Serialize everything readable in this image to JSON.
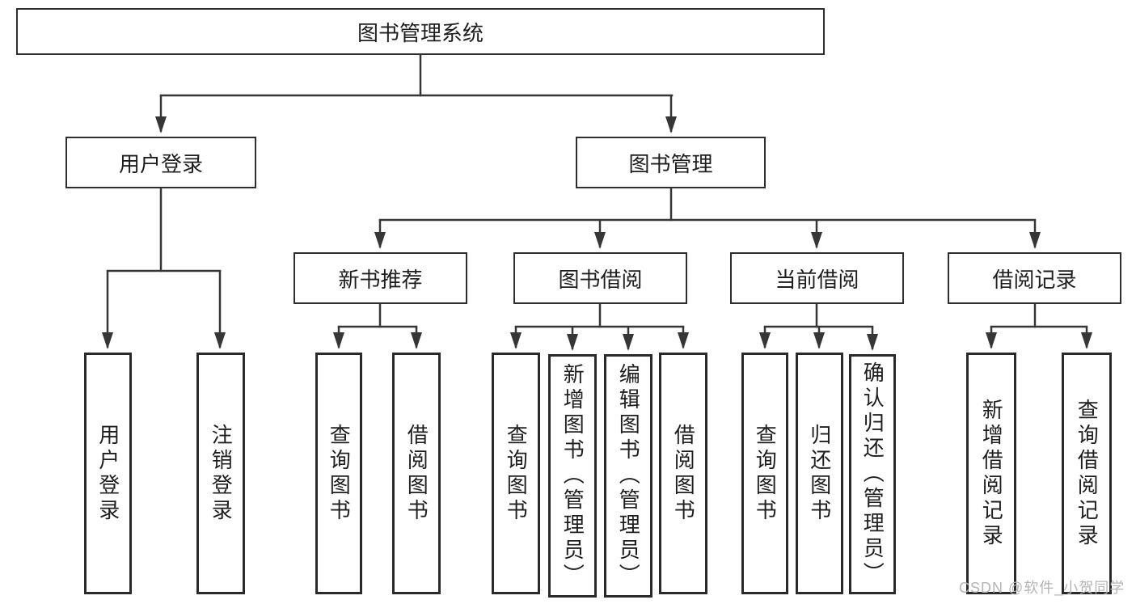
{
  "diagram": {
    "tree": {
      "label": "图书管理系统",
      "children": [
        {
          "label": "用户登录",
          "children": [
            {
              "label": "用户登录"
            },
            {
              "label": "注销登录"
            }
          ]
        },
        {
          "label": "图书管理",
          "children": [
            {
              "label": "新书推荐",
              "children": [
                {
                  "label": "查询图书"
                },
                {
                  "label": "借阅图书"
                }
              ]
            },
            {
              "label": "图书借阅",
              "children": [
                {
                  "label": "查询图书"
                },
                {
                  "label": "新增图书（管理员）"
                },
                {
                  "label": "编辑图书（管理员）"
                },
                {
                  "label": "借阅图书"
                }
              ]
            },
            {
              "label": "当前借阅",
              "children": [
                {
                  "label": "查询图书"
                },
                {
                  "label": "归还图书"
                },
                {
                  "label": "确认归还（管理员）"
                }
              ]
            },
            {
              "label": "借阅记录",
              "children": [
                {
                  "label": "新增借阅记录"
                },
                {
                  "label": "查询借阅记录"
                }
              ]
            }
          ]
        }
      ]
    },
    "colors": {
      "line": "#363636",
      "box_border": "#2e2e2e",
      "text": "#1e1e1e",
      "background": "#ffffff",
      "watermark": "#b5b5b5"
    }
  },
  "watermark": {
    "text": "CSDN @软件_小贺同学"
  }
}
